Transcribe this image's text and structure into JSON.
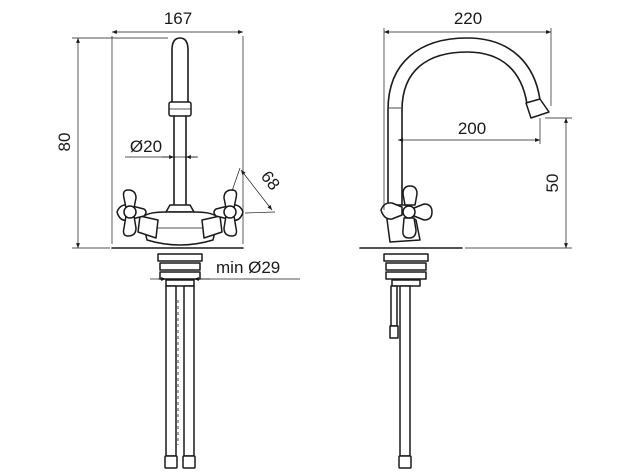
{
  "dimensions": {
    "front_width": "167",
    "front_height": "80",
    "spout_diameter": "Ø20",
    "handle_span": "68",
    "hole_diameter": "min Ø29",
    "side_width": "220",
    "side_reach": "200",
    "side_height": "50"
  },
  "colors": {
    "line": "#1a1a1a",
    "background": "#ffffff"
  }
}
